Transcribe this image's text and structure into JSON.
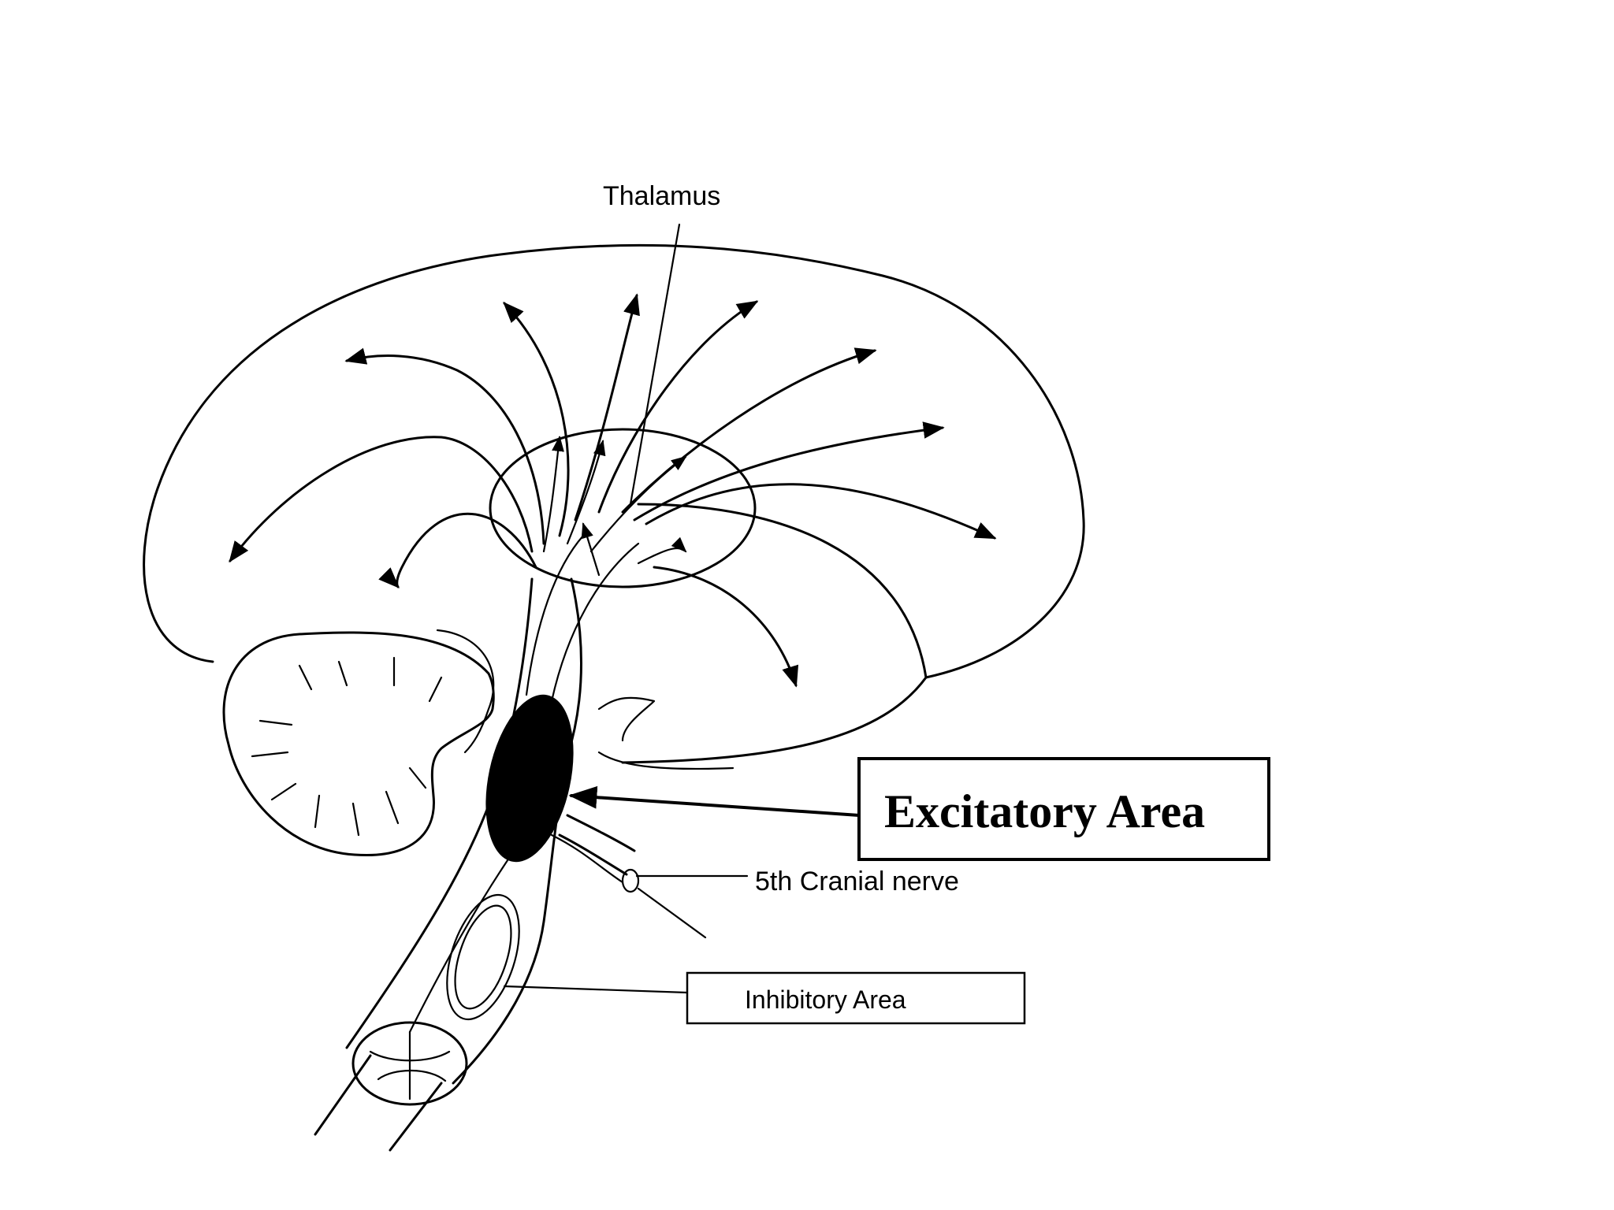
{
  "labels": {
    "thalamus": "Thalamus",
    "excitatory_area": "Excitatory Area",
    "cranial_nerve": "5th Cranial nerve",
    "inhibitory_area": "Inhibitory Area"
  },
  "colors": {
    "ink": "#000000",
    "background": "#ffffff"
  }
}
